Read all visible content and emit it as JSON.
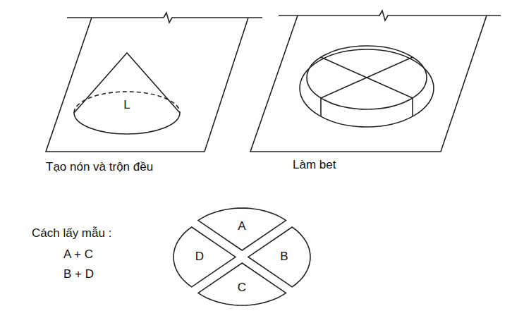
{
  "diagram": {
    "nodes": [
      {
        "text": [
          "L"
        ]
      },
      {
        "text": [
          "A"
        ]
      },
      {
        "text": [
          "D"
        ]
      },
      {
        "text": [
          "B"
        ]
      },
      {
        "text": [
          "C"
        ]
      }
    ],
    "labels": [
      "Tạo nón và trộn đều",
      "Làm bet",
      "Cách lấy mẫu :",
      "A + C",
      "B + D"
    ]
  }
}
